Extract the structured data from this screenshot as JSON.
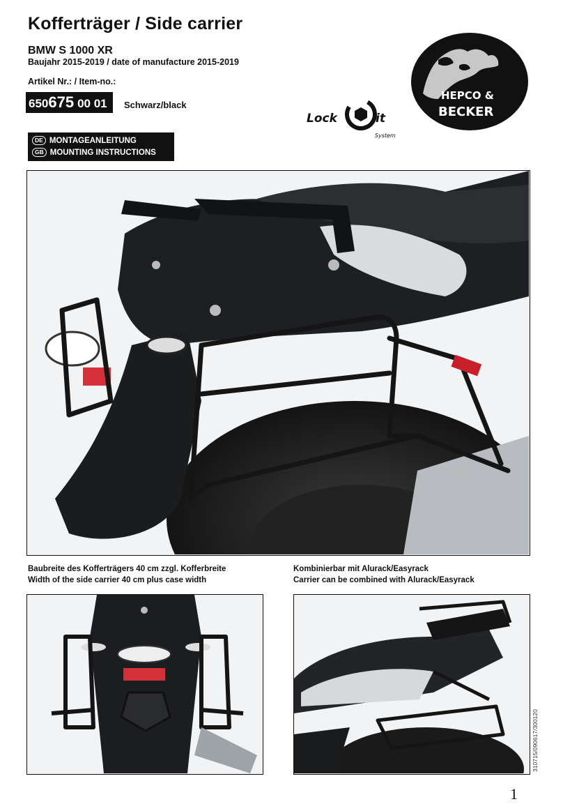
{
  "header": {
    "title": "Kofferträger / Side carrier",
    "model": "BMW S 1000 XR",
    "year": "Baujahr 2015-2019 / date of manufacture 2015-2019",
    "item_label": "Artikel Nr.: / Item-no.:",
    "item_no": {
      "prefix": "650",
      "mid": "675",
      "suffix": "00 01"
    },
    "color": "Schwarz/black"
  },
  "lockit": {
    "lock": "Lock",
    "it": "it",
    "system": "System"
  },
  "brand": {
    "line1": "HEPCO &",
    "line2": "BECKER"
  },
  "instructions": [
    {
      "lang": "DE",
      "text": "MONTAGEANLEITUNG"
    },
    {
      "lang": "GB",
      "text": "MOUNTING INSTRUCTIONS"
    }
  ],
  "captions": {
    "left_de": "Baubreite des Kofferträgers 40 cm zzgl. Kofferbreite",
    "left_en": "Width of the side carrier 40 cm plus case width",
    "right_de": "Kombinierbar mit Alurack/Easyrack",
    "right_en": "Carrier can be combined with Alurack/Easyrack"
  },
  "doc_number": "310715/090617/300120",
  "page_number": "1"
}
